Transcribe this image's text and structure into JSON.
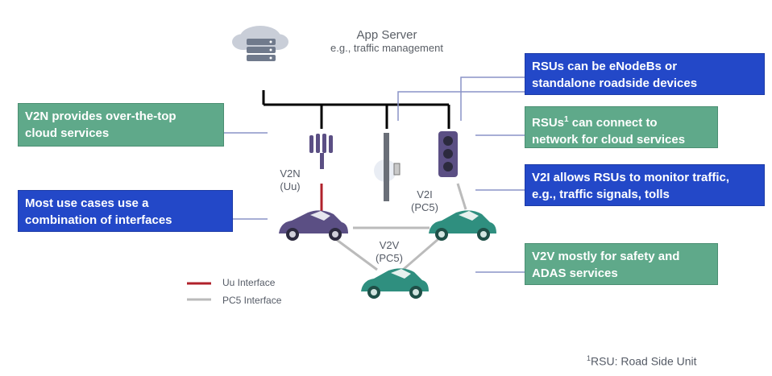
{
  "app_server": {
    "title": "App Server",
    "subtitle": "e.g., traffic management",
    "icon": "cloud-server-icon"
  },
  "callouts": {
    "rsu_enodeb": {
      "line1": "RSUs can be eNodeBs or",
      "line2": "standalone roadside devices"
    },
    "rsu_connect": {
      "line1_a": "RSUs",
      "sup": "1",
      "line1_b": " can connect to",
      "line2": "network for cloud services"
    },
    "v2i": {
      "line1": "V2I allows RSUs to monitor traffic,",
      "line2": "e.g., traffic signals, tolls"
    },
    "v2v": {
      "line1": "V2V mostly for safety and",
      "line2": "ADAS services"
    },
    "v2n": {
      "line1": "V2N provides over-the-top",
      "line2": "cloud services"
    },
    "combo": {
      "line1": "Most use cases use a",
      "line2": "combination of interfaces"
    }
  },
  "labels": {
    "v2n": {
      "line1": "V2N",
      "line2": "(Uu)"
    },
    "v2i": {
      "line1": "V2I",
      "line2": "(PC5)"
    },
    "v2v": {
      "line1": "V2V",
      "line2": "(PC5)"
    }
  },
  "legend": {
    "uu": "Uu Interface",
    "pc5": "PC5 Interface"
  },
  "footnote": {
    "sup": "1",
    "text": "RSU: Road Side Unit"
  },
  "colors": {
    "green_box": "#5fa98a",
    "blue_box": "#2348c8",
    "uu_line": "#b0212b",
    "pc5_line": "#bbbbbb",
    "car_purple": "#5b4f84",
    "car_teal": "#2f8f7f"
  }
}
